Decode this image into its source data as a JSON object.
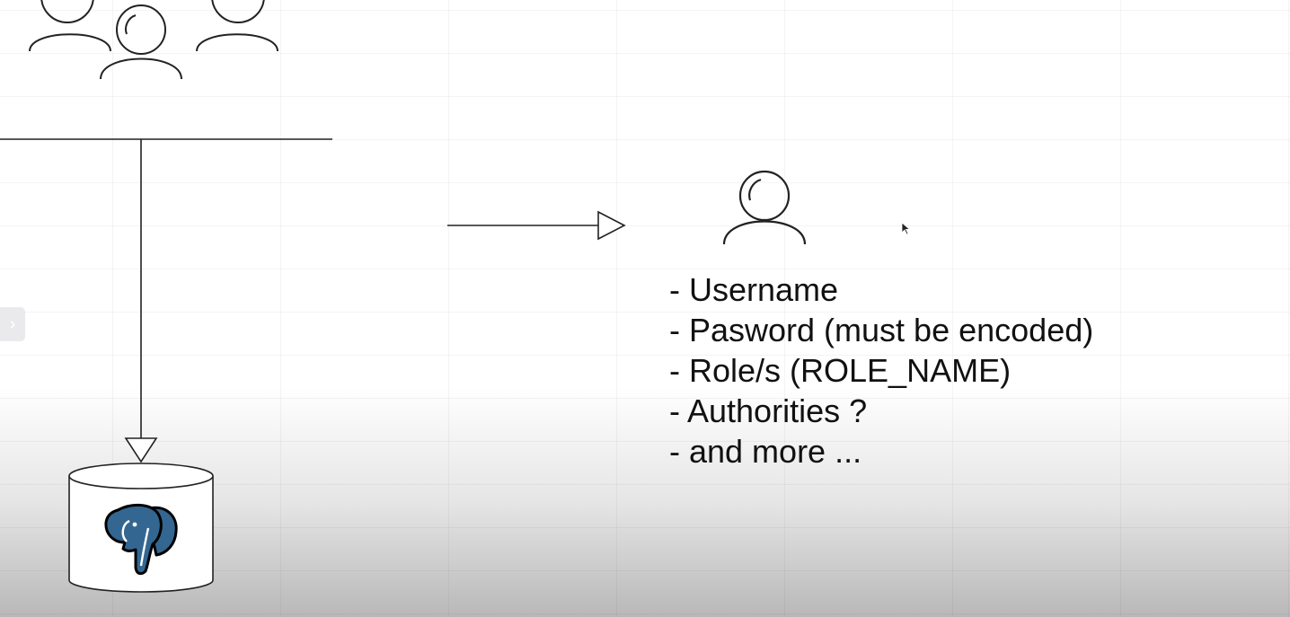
{
  "diagram": {
    "user_attributes": [
      "- Username",
      "- Pasword (must be encoded)",
      "- Role/s (ROLE_NAME)",
      "- Authorities ?",
      "- and more ..."
    ]
  },
  "panel_toggle": {
    "glyph": "›"
  },
  "icons": {
    "users_group": "users-group-icon",
    "single_user": "user-icon",
    "database": "postgresql-database-icon",
    "panel_toggle": "chevron-right-icon",
    "cursor": "mouse-pointer-icon"
  },
  "colors": {
    "stroke": "#111111",
    "elephant_fill": "#336791",
    "elephant_outline": "#000000"
  }
}
